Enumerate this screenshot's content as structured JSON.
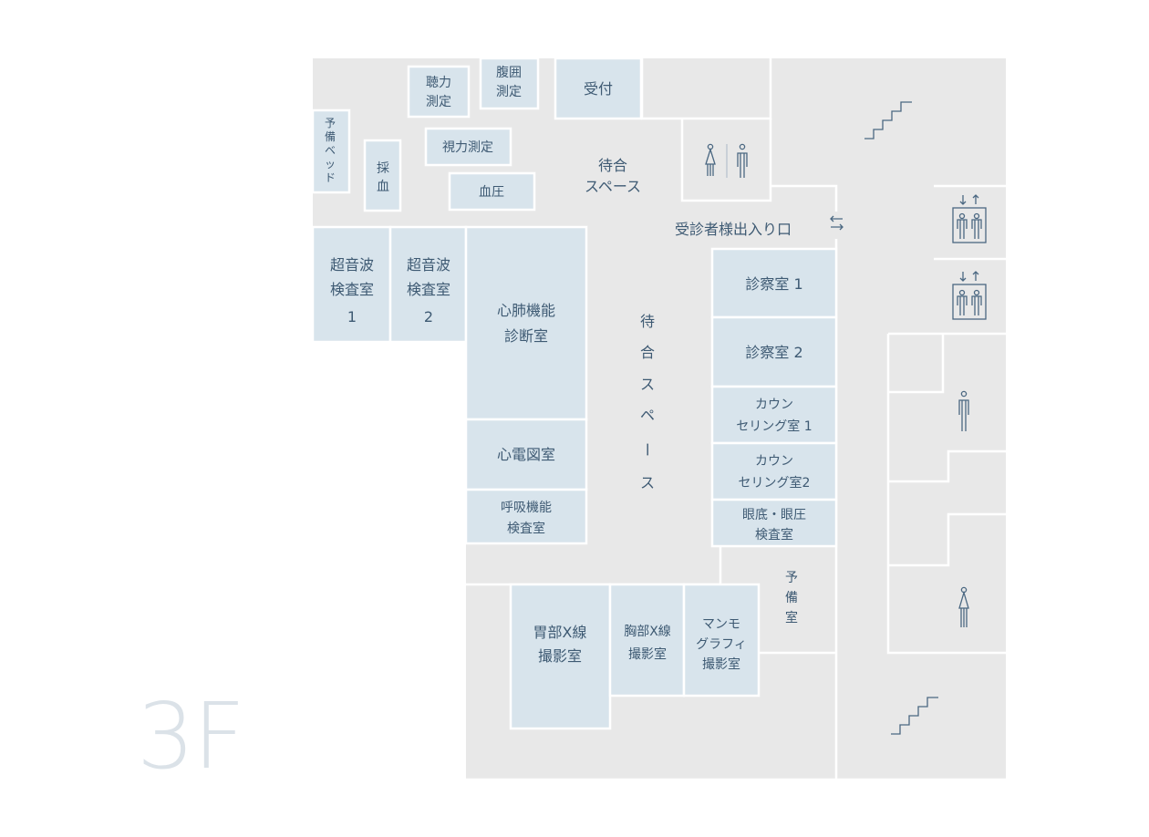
{
  "floor_label": "3F",
  "colors": {
    "floor": "#e8e8e8",
    "room": "#d8e4ec",
    "text": "#3e5a73",
    "floor_label": "#dbe2e8"
  },
  "rooms": {
    "hearing": [
      "聴力",
      "測定"
    ],
    "abdomen": [
      "腹囲",
      "測定"
    ],
    "reception": [
      "受付"
    ],
    "spare_bed": [
      "予",
      "備",
      "ベ",
      "ッ",
      "ド"
    ],
    "blood_draw": [
      "採",
      "血"
    ],
    "vision": [
      "視力測定"
    ],
    "blood_pressure": [
      "血圧"
    ],
    "ultrasound_1": [
      "超音波",
      "検査室",
      "1"
    ],
    "ultrasound_2": [
      "超音波",
      "検査室",
      "2"
    ],
    "cardiopulmonary": [
      "心肺機能",
      "診断室"
    ],
    "ecg": [
      "心電図室"
    ],
    "respiratory": [
      "呼吸機能",
      "検査室"
    ],
    "exam_1": [
      "診察室 1"
    ],
    "exam_2": [
      "診察室 2"
    ],
    "counseling_1": [
      "カウン",
      "セリング室 1"
    ],
    "counseling_2": [
      "カウン",
      "セリング室2"
    ],
    "fundus": [
      "眼底・眼圧",
      "検査室"
    ],
    "spare_room": [
      "予",
      "備",
      "室"
    ],
    "stomach_xray": [
      "胃部X線",
      "撮影室"
    ],
    "chest_xray": [
      "胸部X線",
      "撮影室"
    ],
    "mammography": [
      "マンモ",
      "グラフィ",
      "撮影室"
    ]
  },
  "waiting_top": [
    "待合",
    "スペース"
  ],
  "waiting_center": [
    "待",
    "合",
    "ス",
    "ペ",
    "ー",
    "ス"
  ],
  "entrance": "受診者様出入り口",
  "icons": [
    "stairs-icon",
    "restroom-icon",
    "elevator-icon",
    "entrance-arrows-icon",
    "restroom-male-icon",
    "restroom-female-icon"
  ]
}
